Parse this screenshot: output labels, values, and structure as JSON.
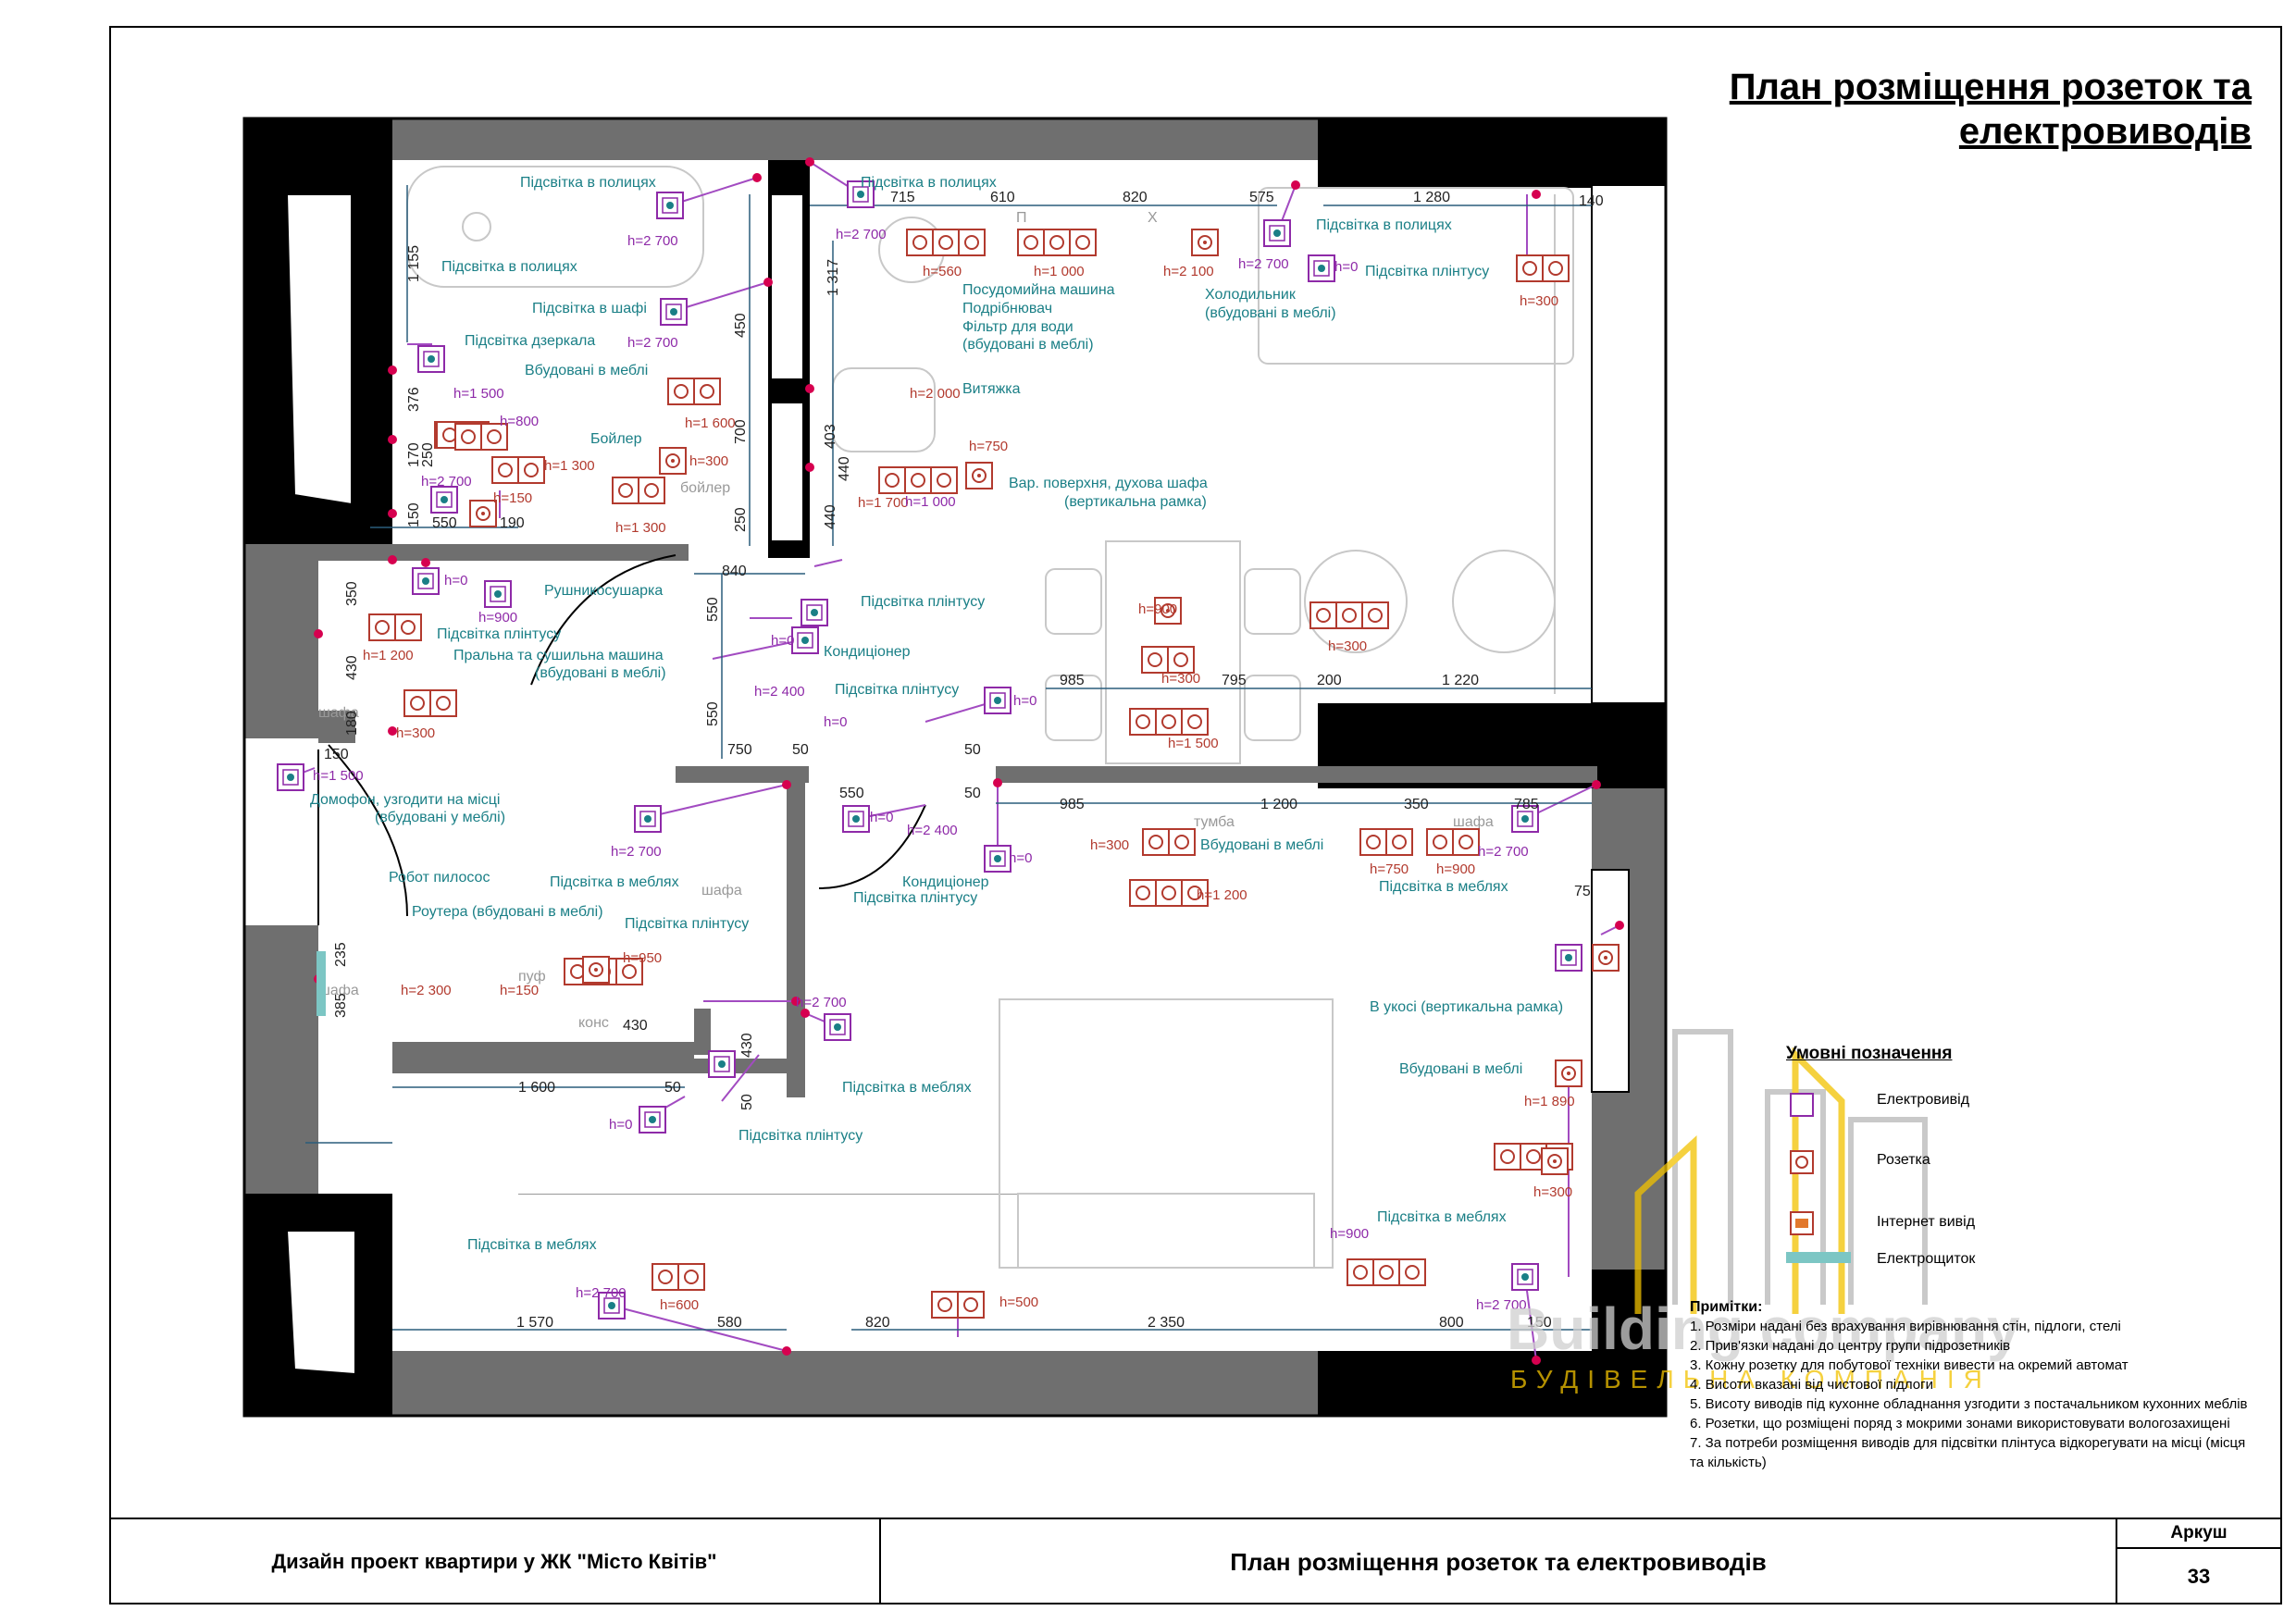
{
  "title": "План розміщення розеток та електровиводів",
  "title_lines": [
    "План розміщення розеток та",
    "електровиводів"
  ],
  "colors": {
    "wall": "#000000",
    "wall_grey": "#6f6f6f",
    "teal_label": "#1a7f86",
    "socket": "#b23a2e",
    "light_marker": "#8e2aa8",
    "wire": "#a24bc1",
    "yellow": "#f2c200",
    "panel": "#7cc6c4"
  },
  "plan_labels": {
    "l01": "Підсвітка в полицях",
    "l02": "Підсвітка в полицях",
    "l03": "Підсвітка в шафі",
    "l04": "Підсвітка дзеркала",
    "l05": "Вбудовані в меблі",
    "l06": "Бойлер",
    "l07": "Підсвітка в полицях",
    "l08": "Посудомийна машина",
    "l09": "Подрібнювач",
    "l10": "Фільтр для води",
    "l11": "(вбудовані в меблі)",
    "l12": "Холодильник",
    "l13": "(вбудовані в меблі)",
    "l14": "Підсвітка в полицях",
    "l15": "Підсвітка плінтусу",
    "l16": "Витяжка",
    "l17": "Вар. поверхня, духова шафа",
    "l18": "(вертикальна рамка)",
    "l19": "Рушникосушарка",
    "l20": "Підсвітка плінтусу",
    "l21": "Пральна та сушильна машина",
    "l22": "(вбудовані в меблі)",
    "l23": "Підсвітка плінтусу",
    "l24": "Кондиціонер",
    "l25": "Підсвітка плінтусу",
    "l26": "Домофон, узгодити на місці",
    "l27": "(вбудовані у меблі)",
    "l28": "Робот пилосос",
    "l29": "Підсвітка в меблях",
    "l30": "Роутера (вбудовані в меблі)",
    "l31": "Підсвітка плінтусу",
    "l32": "Кондиціонер",
    "l33": "Підсвітка плінтусу",
    "l34": "Вбудовані в меблі",
    "l35": "Підсвітка в меблях",
    "l36": "В укосі (вертикальна рамка)",
    "l37": "Вбудовані в меблі",
    "l38": "Підсвітка в меблях",
    "l39": "Підсвітка плінтусу",
    "l40": "Підсвітка в меблях",
    "l41": "Підсвітка в меблях"
  },
  "dimensions": {
    "d01": "715",
    "d02": "610",
    "d03": "820",
    "d04": "575",
    "d05": "1 280",
    "d06": "140",
    "d07": "1 155",
    "d08": "1 317",
    "d09": "450",
    "d10": "700",
    "d11": "250",
    "d12": "403",
    "d13": "440",
    "d14": "440",
    "d15": "376",
    "d16": "250",
    "d17": "170",
    "d18": "150",
    "d19": "550",
    "d20": "190",
    "d21": "840",
    "d22": "350",
    "d23": "430",
    "d24": "180",
    "d25": "550",
    "d26": "550",
    "d27": "150",
    "d28": "750",
    "d29": "50",
    "d30": "985",
    "d31": "795",
    "d32": "200",
    "d33": "1 220",
    "d34": "50",
    "d35": "550",
    "d36": "50",
    "d37": "985",
    "d38": "1 200",
    "d39": "350",
    "d40": "785",
    "d41": "75",
    "d42": "235",
    "d43": "385",
    "d44": "430",
    "d45": "1 600",
    "d46": "430",
    "d47": "50",
    "d48": "50",
    "d49": "1 570",
    "d50": "580",
    "d51": "820",
    "d52": "2 350",
    "d53": "800",
    "d54": "150"
  },
  "heights": {
    "h01": "h=2 700",
    "h02": "h=2 700",
    "h03": "h=560",
    "h04": "h=1 000",
    "h05": "h=2 100",
    "h06": "h=2 700",
    "h07": "h=0",
    "h08": "h=300",
    "h09": "h=2 700",
    "h10": "h=1 500",
    "h11": "h=800",
    "h12": "h=1 600",
    "h13": "h=1 300",
    "h14": "h=300",
    "h15": "h=2 000",
    "h16": "h=750",
    "h17": "h=2 700",
    "h18": "h=150",
    "h19": "h=1 300",
    "h20": "h=1 700",
    "h21": "h=1 000",
    "h22": "h=0",
    "h23": "h=900",
    "h24": "h=900",
    "h25": "h=1 200",
    "h26": "h=0",
    "h27": "h=300",
    "h28": "h=300",
    "h29": "h=300",
    "h30": "h=2 400",
    "h31": "h=0",
    "h32": "h=0",
    "h33": "h=1 500",
    "h34": "h=1 500",
    "h35": "h=0",
    "h36": "h=2 400",
    "h37": "h=300",
    "h38": "h=1 200",
    "h39": "h=0",
    "h40": "h=750",
    "h41": "h=900",
    "h42": "h=2 700",
    "h43": "h=2 700",
    "h44": "h=2 300",
    "h45": "h=150",
    "h46": "h=950",
    "h47": "h=2 700",
    "h48": "h=0",
    "h49": "h=1 890",
    "h50": "h=300",
    "h51": "h=900",
    "h52": "h=500",
    "h53": "h=2 700",
    "h54": "h=600",
    "h55": "h=2 700"
  },
  "furniture_labels": {
    "f01": "Х",
    "f02": "П",
    "f03": "бойлер",
    "f04": "шафа",
    "f05": "шафа",
    "f06": "шафа",
    "f07": "тумба",
    "f08": "шафа",
    "f09": "конс",
    "f10": "пуф"
  },
  "legend": {
    "title": "Умовні позначення",
    "items": [
      "Електровивід",
      "Розетка",
      "Інтернет вивід",
      "Електрощиток"
    ]
  },
  "notes": {
    "title": "Примітки:",
    "items": [
      "1. Розміри надані без врахування вирівнювання стін, підлоги, стелі",
      "2. Прив'язки надані до центру групи підрозетників",
      "3. Кожну розетку для побутової техніки вивести на окремий автомат",
      "4. Висоти вказані від чистової підлоги",
      "5. Висоту виводів під кухонне обладнання узгодити з постачальником кухонних меблів",
      "6. Розетки, що розміщені поряд з мокрими зонами використовувати вологозахищені",
      "7. За потреби розміщення виводів для підсвітки плінтуса відкорегувати на місці (місця та кількість)"
    ]
  },
  "watermark": {
    "name": "Building company",
    "tagline": "БУДІВЕЛЬНА КОМПАНІЯ"
  },
  "footer": {
    "project": "Дизайн проект квартири у ЖК \"Місто Квітів\"",
    "sheet_title": "План розміщення розеток та електровиводів",
    "sheet_label": "Аркуш",
    "sheet_number": "33"
  }
}
